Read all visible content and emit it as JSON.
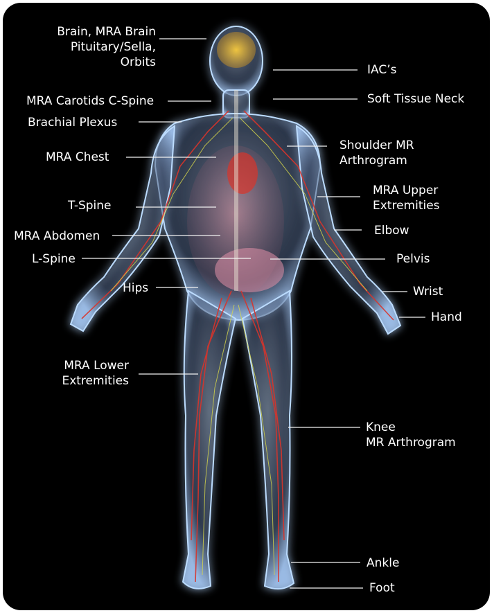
{
  "labels": {
    "brain_l1": "Brain, MRA Brain",
    "brain_l2": "Pituitary/Sella,",
    "brain_l3": "Orbits",
    "iacs": "IAC’s",
    "mra_carotids": "MRA Carotids C-Spine",
    "soft_tissue_neck": "Soft Tissue Neck",
    "brachial_plexus": "Brachial Plexus",
    "shoulder_l1": "Shoulder MR",
    "shoulder_l2": "Arthrogram",
    "mra_chest": "MRA Chest",
    "mra_upper_l1": "MRA Upper",
    "mra_upper_l2": "Extremities",
    "t_spine": "T-Spine",
    "elbow": "Elbow",
    "mra_abdomen": "MRA Abdomen",
    "l_spine": "L-Spine",
    "pelvis": "Pelvis",
    "hips": "Hips",
    "wrist": "Wrist",
    "hand": "Hand",
    "mra_lower_l1": "MRA Lower",
    "mra_lower_l2": "Extremities",
    "knee_l1": "Knee",
    "knee_l2": "MR Arthrogram",
    "ankle": "Ankle",
    "foot": "Foot"
  },
  "colors": {
    "background": "#000000",
    "text": "#ffffff",
    "body_glow": "#9fc8ff",
    "vessels": "#d8342b",
    "nerves": "#d8d84a"
  }
}
